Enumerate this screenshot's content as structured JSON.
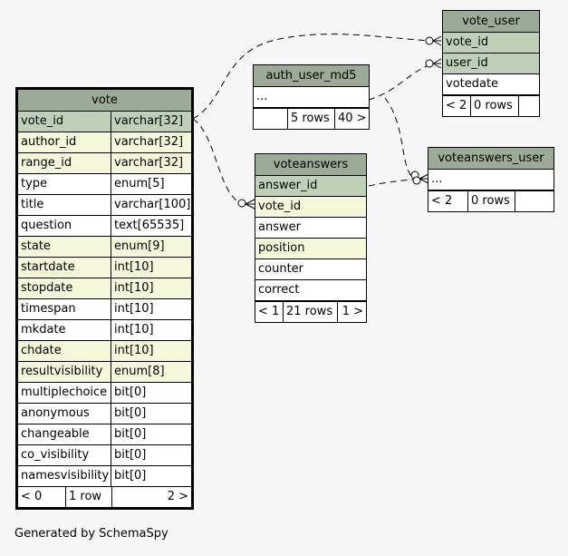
{
  "footer": {
    "generated_by": "Generated by SchemaSpy"
  },
  "tables": {
    "vote": {
      "title": "vote",
      "columns": [
        {
          "name": "vote_id",
          "type": "varchar[32]"
        },
        {
          "name": "author_id",
          "type": "varchar[32]"
        },
        {
          "name": "range_id",
          "type": "varchar[32]"
        },
        {
          "name": "type",
          "type": "enum[5]"
        },
        {
          "name": "title",
          "type": "varchar[100]"
        },
        {
          "name": "question",
          "type": "text[65535]"
        },
        {
          "name": "state",
          "type": "enum[9]"
        },
        {
          "name": "startdate",
          "type": "int[10]"
        },
        {
          "name": "stopdate",
          "type": "int[10]"
        },
        {
          "name": "timespan",
          "type": "int[10]"
        },
        {
          "name": "mkdate",
          "type": "int[10]"
        },
        {
          "name": "chdate",
          "type": "int[10]"
        },
        {
          "name": "resultvisibility",
          "type": "enum[8]"
        },
        {
          "name": "multiplechoice",
          "type": "bit[0]"
        },
        {
          "name": "anonymous",
          "type": "bit[0]"
        },
        {
          "name": "changeable",
          "type": "bit[0]"
        },
        {
          "name": "co_visibility",
          "type": "bit[0]"
        },
        {
          "name": "namesvisibility",
          "type": "bit[0]"
        }
      ],
      "footer": {
        "parents": "< 0",
        "rows": "1 row",
        "children": "2 >"
      }
    },
    "auth_user_md5": {
      "title": "auth_user_md5",
      "columns": [
        {
          "name": "..."
        }
      ],
      "footer": {
        "parents": "",
        "rows": "5 rows",
        "children": "40 >"
      }
    },
    "vote_user": {
      "title": "vote_user",
      "columns": [
        {
          "name": "vote_id"
        },
        {
          "name": "user_id"
        },
        {
          "name": "votedate"
        }
      ],
      "footer": {
        "parents": "< 2",
        "rows": "0 rows",
        "children": ""
      }
    },
    "voteanswers": {
      "title": "voteanswers",
      "columns": [
        {
          "name": "answer_id"
        },
        {
          "name": "vote_id"
        },
        {
          "name": "answer"
        },
        {
          "name": "position"
        },
        {
          "name": "counter"
        },
        {
          "name": "correct"
        }
      ],
      "footer": {
        "parents": "< 1",
        "rows": "21 rows",
        "children": "1 >"
      }
    },
    "voteanswers_user": {
      "title": "voteanswers_user",
      "columns": [
        {
          "name": "..."
        }
      ],
      "footer": {
        "parents": "< 2",
        "rows": "0 rows",
        "children": ""
      }
    }
  }
}
